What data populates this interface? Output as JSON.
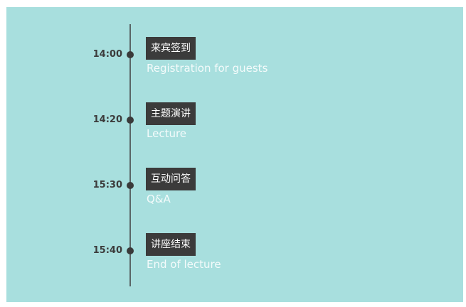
{
  "timeline": {
    "events": [
      {
        "time": "14:00",
        "title": "来宾签到",
        "subtitle": "Registration for guests"
      },
      {
        "time": "14:20",
        "title": "主题演讲",
        "subtitle": "Lecture"
      },
      {
        "time": "15:30",
        "title": "互动问答",
        "subtitle": "Q&A"
      },
      {
        "time": "15:40",
        "title": "讲座结束",
        "subtitle": "End of lecture"
      }
    ]
  },
  "colors": {
    "background": "#a8dfde",
    "line": "#5a6566",
    "dot": "#3a3a3a",
    "title_box": "#3b3b3b",
    "subtitle_text": "#f4fbfb"
  }
}
